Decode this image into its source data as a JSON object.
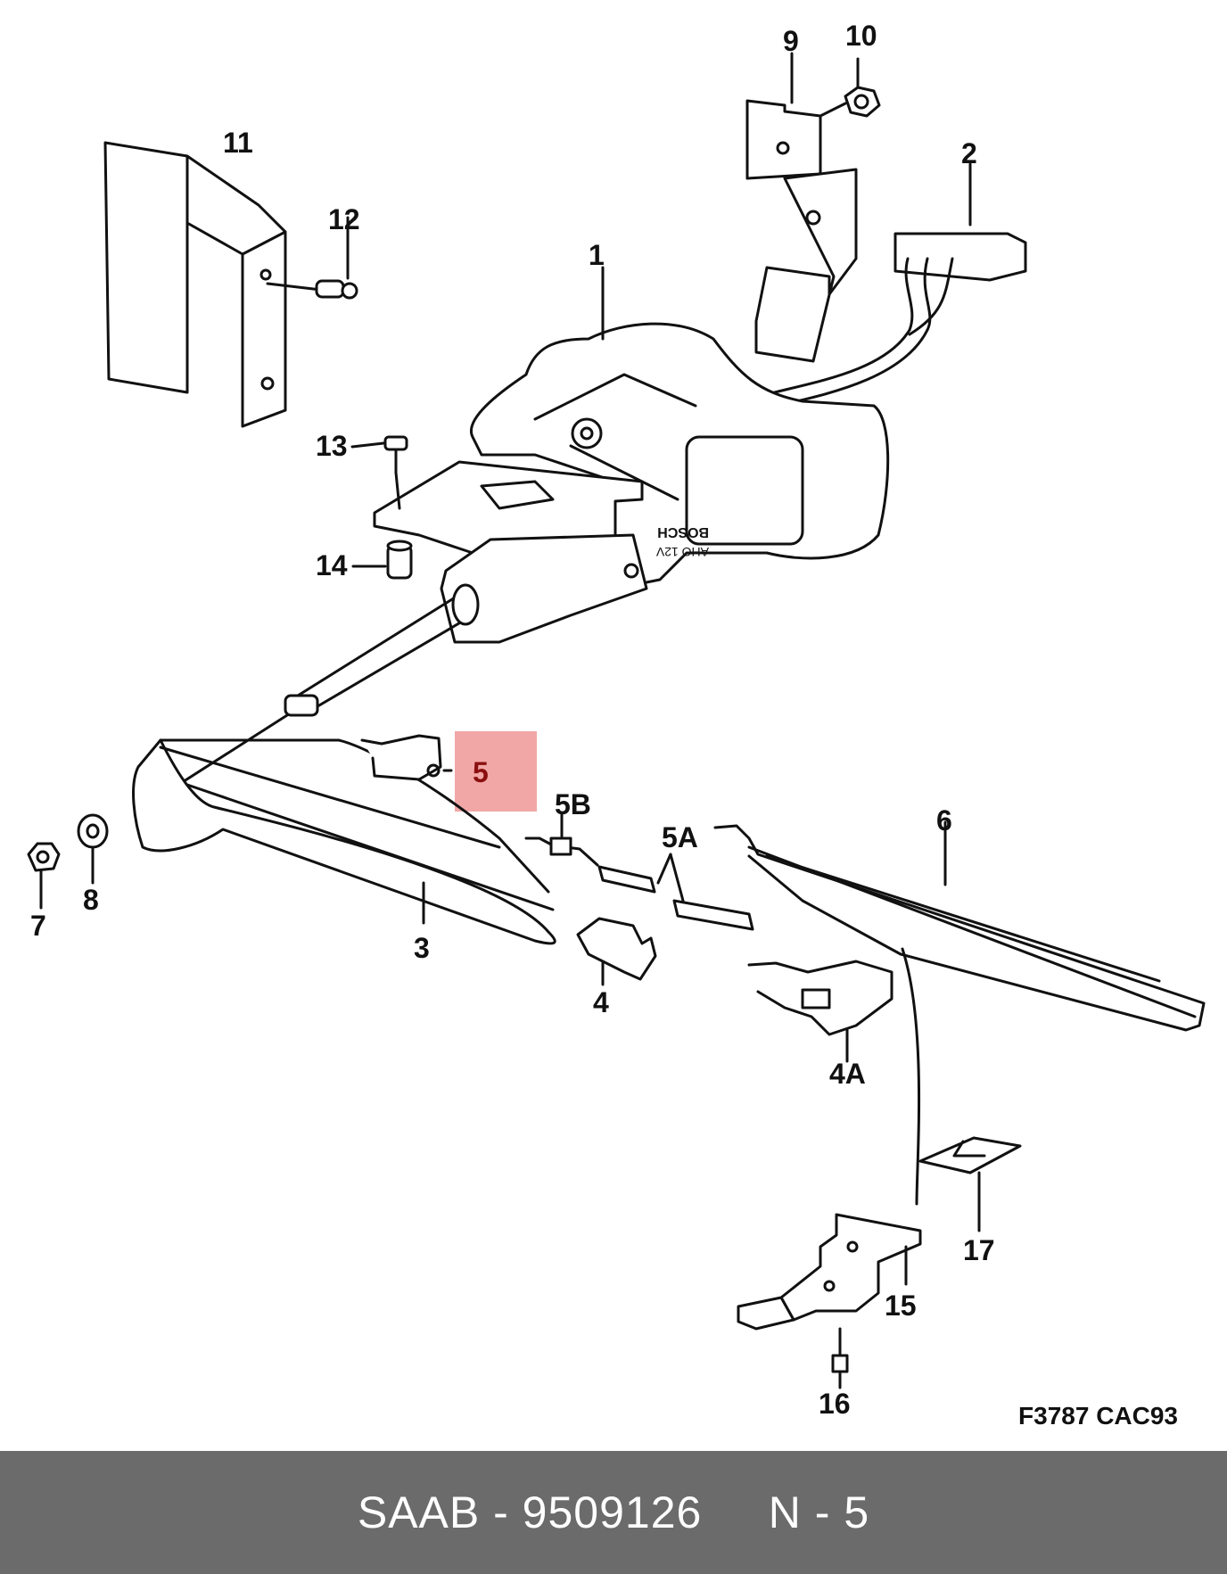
{
  "diagram": {
    "callouts": {
      "c1": "1",
      "c2": "2",
      "c3": "3",
      "c4": "4",
      "c4a": "4A",
      "c5": "5",
      "c5a": "5A",
      "c5b": "5B",
      "c6": "6",
      "c7": "7",
      "c8": "8",
      "c9": "9",
      "c10": "10",
      "c11": "11",
      "c12": "12",
      "c13": "13",
      "c14": "14",
      "c15": "15",
      "c16": "16",
      "c17": "17"
    },
    "highlighted_part": "5",
    "highlight_color": "#f2a7a7",
    "drawing_code": "F3787  CAC93",
    "motor_label": {
      "brand": "BOSCH",
      "model": "AHO 12V"
    }
  },
  "footer": {
    "text": "SAAB - 9509126     N - 5",
    "background": "#6b6b6b"
  }
}
